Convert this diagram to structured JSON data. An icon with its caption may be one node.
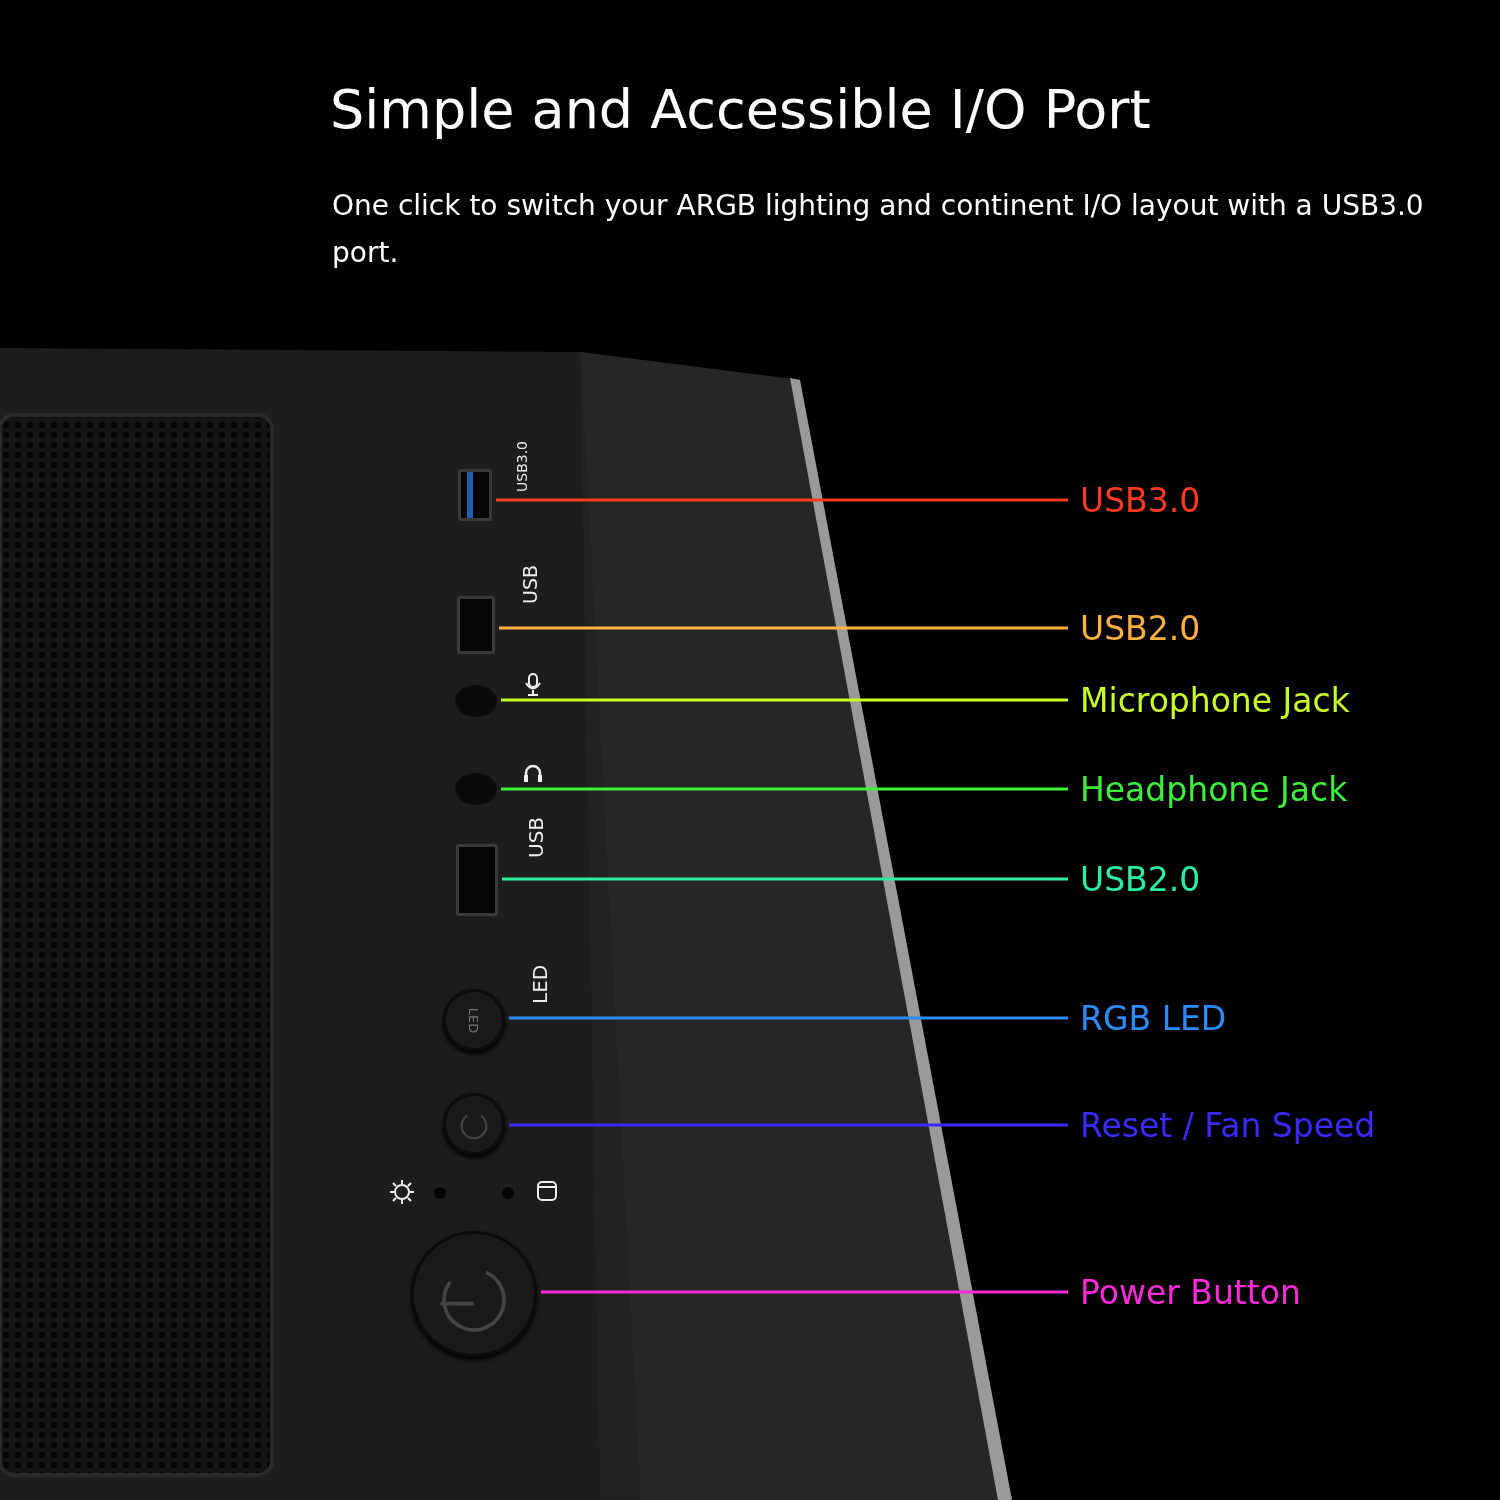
{
  "diagram": {
    "title": "Simple and Accessible I/O Port",
    "nodes": [
      {
        "text": [],
        "shape": "box"
      },
      {
        "text": [],
        "shape": "box"
      },
      {
        "text": [],
        "shape": "circle"
      },
      {
        "text": [],
        "shape": "circle"
      },
      {
        "text": [],
        "shape": "box"
      },
      {
        "text": [
          "LED"
        ]
      },
      {
        "text": [],
        "shape": "circle"
      },
      {
        "text": [],
        "shape": "circle"
      },
      {
        "text": [
          "USB3.0"
        ]
      },
      {
        "text": [
          "USB2.0"
        ]
      },
      {
        "text": [
          "Microphone Jack"
        ]
      },
      {
        "text": [
          "Headphone Jack"
        ]
      },
      {
        "text": [
          "USB2.0"
        ]
      },
      {
        "text": [
          "RGB LED"
        ]
      },
      {
        "text": [
          "Reset / Fan Speed"
        ]
      },
      {
        "text": [
          "Power Button"
        ]
      }
    ],
    "edges": [
      {
        "from": 8,
        "to": 0,
        "arrow": "none",
        "color": "#ff3b1f"
      },
      {
        "from": 9,
        "to": 1,
        "arrow": "none",
        "color": "#ffb040"
      },
      {
        "from": 10,
        "to": 2,
        "arrow": "none",
        "color": "#c8ff2a"
      },
      {
        "from": 11,
        "to": 3,
        "arrow": "none",
        "color": "#3cf03c"
      },
      {
        "from": 12,
        "to": 4,
        "arrow": "none",
        "color": "#2af0a0"
      },
      {
        "from": 13,
        "to": 5,
        "arrow": "none",
        "color": "#2a8cff"
      },
      {
        "from": 14,
        "to": 6,
        "arrow": "none",
        "color": "#3a2aff"
      },
      {
        "from": 15,
        "to": 7,
        "arrow": "none",
        "color": "#ff2ad8"
      }
    ],
    "labels": [
      "One click to switch your ARGB lighting and continent I/O layout with a USB3.0 port.",
      "USB3.0",
      "USB",
      "USB",
      "LED"
    ]
  }
}
